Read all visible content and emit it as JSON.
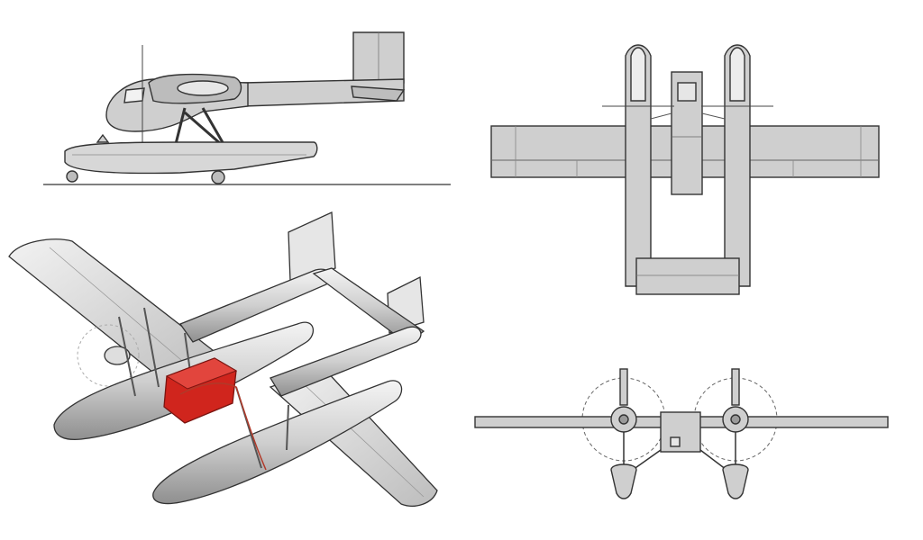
{
  "colors": {
    "background": "#ffffff",
    "aircraft_fill": "#cfcfcf",
    "aircraft_light": "#e4e4e4",
    "outline": "#333333",
    "ground_line": "#555555",
    "highlight_box": "#d0251d"
  },
  "views": [
    {
      "name": "side-view"
    },
    {
      "name": "top-view"
    },
    {
      "name": "perspective-view"
    },
    {
      "name": "front-view"
    }
  ]
}
